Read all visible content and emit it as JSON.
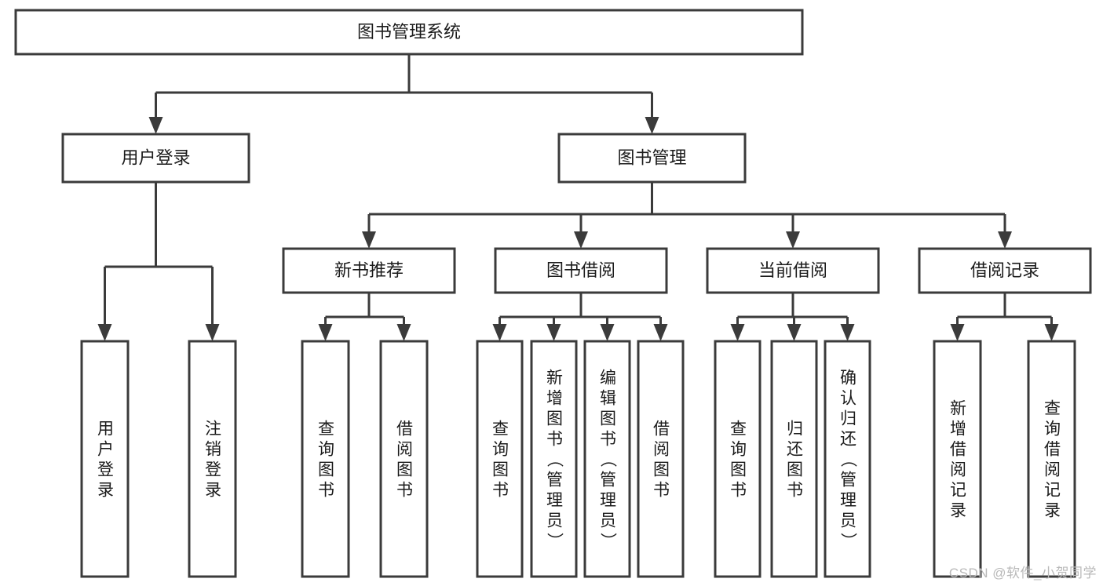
{
  "diagram": {
    "title": "图书管理系统",
    "type": "tree-hierarchy-chart",
    "watermark": "CSDN @软件_小贺同学",
    "colors": {
      "stroke": "#3b3b3b",
      "fill": "#ffffff",
      "text": "#1b1b1b",
      "watermark": "#b9b9b9"
    },
    "levels": {
      "level0": [
        {
          "id": "root",
          "label": "图书管理系统",
          "orientation": "horizontal"
        }
      ],
      "level1": [
        {
          "id": "user-login",
          "label": "用户登录",
          "orientation": "horizontal",
          "parent": "root"
        },
        {
          "id": "book-manage",
          "label": "图书管理",
          "orientation": "horizontal",
          "parent": "root"
        }
      ],
      "level2": [
        {
          "id": "new-book-rec",
          "label": "新书推荐",
          "orientation": "horizontal",
          "parent": "book-manage"
        },
        {
          "id": "book-borrow",
          "label": "图书借阅",
          "orientation": "horizontal",
          "parent": "book-manage"
        },
        {
          "id": "current-borrow",
          "label": "当前借阅",
          "orientation": "horizontal",
          "parent": "book-manage"
        },
        {
          "id": "borrow-record",
          "label": "借阅记录",
          "orientation": "horizontal",
          "parent": "book-manage"
        }
      ],
      "level3": [
        {
          "id": "leaf-user-login",
          "label": "用户登录",
          "orientation": "vertical",
          "parent": "user-login"
        },
        {
          "id": "leaf-user-logout",
          "label": "注销登录",
          "orientation": "vertical",
          "parent": "user-login"
        },
        {
          "id": "leaf-query-book-1",
          "label": "查询图书",
          "orientation": "vertical",
          "parent": "new-book-rec"
        },
        {
          "id": "leaf-borrow-book-1",
          "label": "借阅图书",
          "orientation": "vertical",
          "parent": "new-book-rec"
        },
        {
          "id": "leaf-query-book-2",
          "label": "查询图书",
          "orientation": "vertical",
          "parent": "book-borrow"
        },
        {
          "id": "leaf-add-book",
          "label": "新增图书（管理员）",
          "orientation": "vertical",
          "parent": "book-borrow"
        },
        {
          "id": "leaf-edit-book",
          "label": "编辑图书（管理员）",
          "orientation": "vertical",
          "parent": "book-borrow"
        },
        {
          "id": "leaf-borrow-book-2",
          "label": "借阅图书",
          "orientation": "vertical",
          "parent": "book-borrow"
        },
        {
          "id": "leaf-query-book-3",
          "label": "查询图书",
          "orientation": "vertical",
          "parent": "current-borrow"
        },
        {
          "id": "leaf-return-book",
          "label": "归还图书",
          "orientation": "vertical",
          "parent": "current-borrow"
        },
        {
          "id": "leaf-confirm-return",
          "label": "确认归还（管理员）",
          "orientation": "vertical",
          "parent": "current-borrow"
        },
        {
          "id": "leaf-add-record",
          "label": "新增借阅记录",
          "orientation": "vertical",
          "parent": "borrow-record"
        },
        {
          "id": "leaf-query-record",
          "label": "查询借阅记录",
          "orientation": "vertical",
          "parent": "borrow-record"
        }
      ]
    }
  }
}
